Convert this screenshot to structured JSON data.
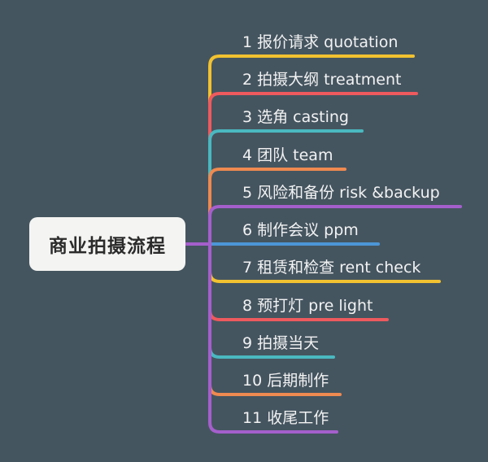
{
  "root": {
    "label": "商业拍摄流程"
  },
  "branches": [
    {
      "label": "1 报价请求 quotation",
      "color": "#f2c230"
    },
    {
      "label": "2 拍摄大纲 treatment",
      "color": "#ee5a5e"
    },
    {
      "label": "3 选角 casting",
      "color": "#4ab8c0"
    },
    {
      "label": "4 团队 team",
      "color": "#ef8a50"
    },
    {
      "label": "5 风险和备份 risk &backup",
      "color": "#a55fcc"
    },
    {
      "label": "6 制作会议 ppm",
      "color": "#4d96d8"
    },
    {
      "label": "7 租赁和检查 rent check",
      "color": "#f2c230"
    },
    {
      "label": "8 预打灯 pre light",
      "color": "#ee5a5e"
    },
    {
      "label": "9 拍摄当天",
      "color": "#4ab8c0"
    },
    {
      "label": "10 后期制作",
      "color": "#ef8a50"
    },
    {
      "label": "11 收尾工作",
      "color": "#a55fcc"
    }
  ]
}
